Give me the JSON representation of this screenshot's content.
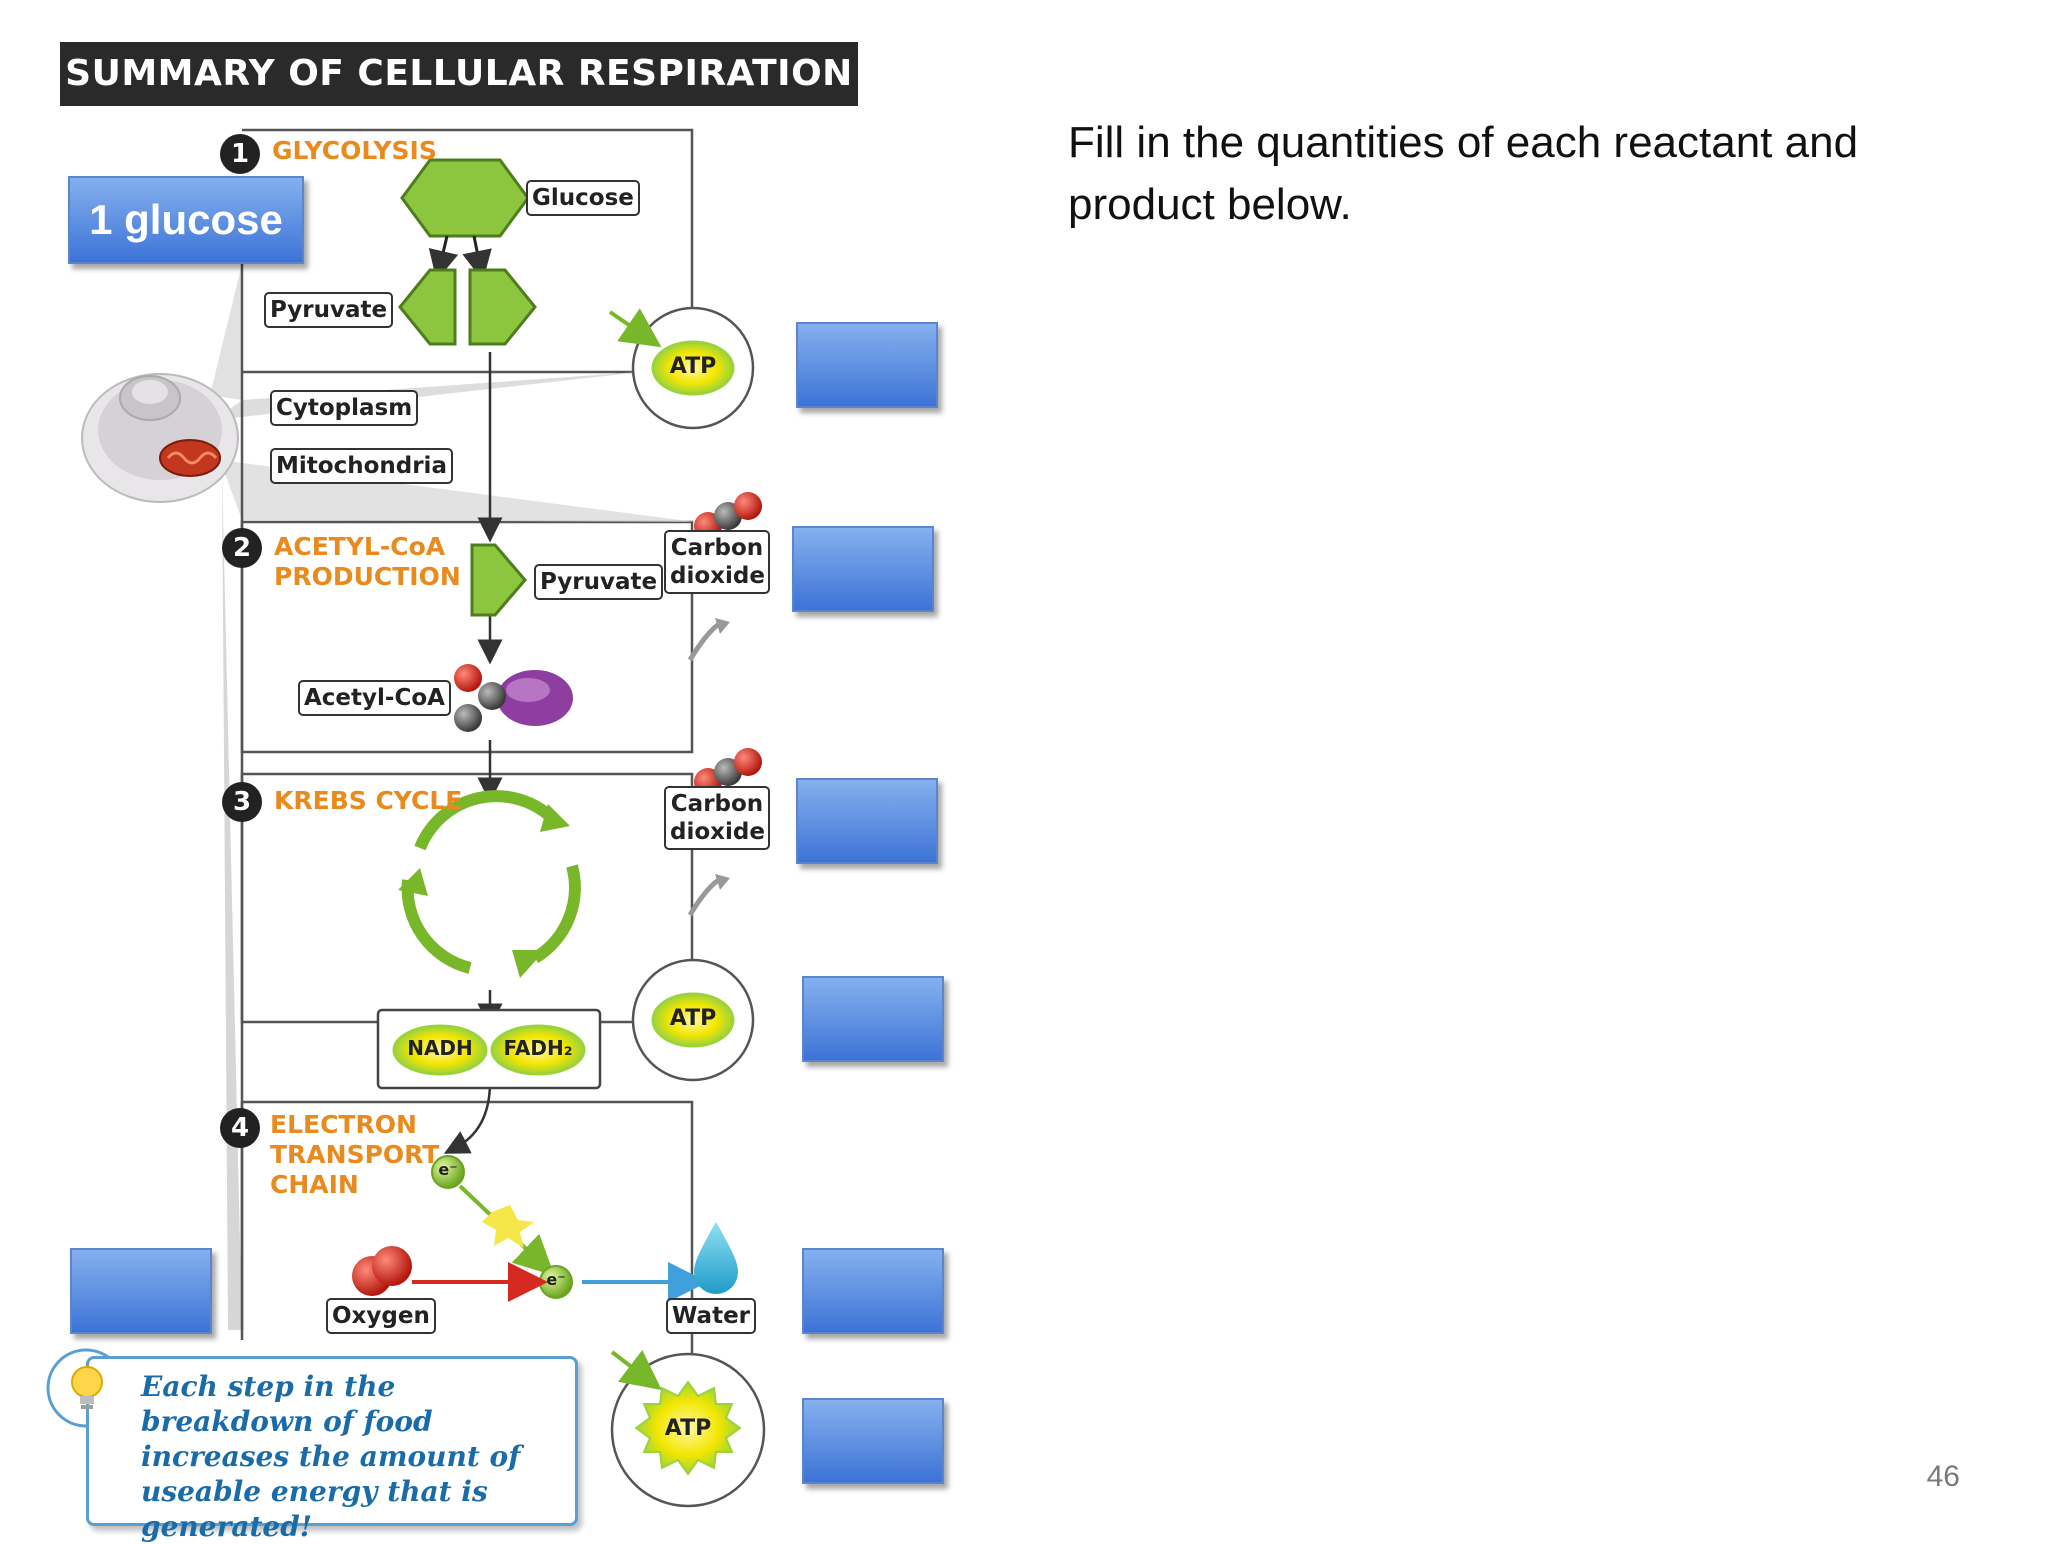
{
  "title": "SUMMARY OF CELLULAR RESPIRATION",
  "instruction": "Fill in the quantities of each reactant and product below.",
  "page_number": "46",
  "glucose_box": "1 glucose",
  "steps": [
    {
      "number": "1",
      "title_lines": [
        "GLYCOLYSIS"
      ]
    },
    {
      "number": "2",
      "title_lines": [
        "ACETYL-CoA",
        "PRODUCTION"
      ]
    },
    {
      "number": "3",
      "title_lines": [
        "KREBS CYCLE"
      ]
    },
    {
      "number": "4",
      "title_lines": [
        "ELECTRON",
        "TRANSPORT",
        "CHAIN"
      ]
    }
  ],
  "labels": {
    "glucose": "Glucose",
    "pyruvate": "Pyruvate",
    "cytoplasm": "Cytoplasm",
    "mitochondria": "Mitochondria",
    "carbon_dioxide_line1": "Carbon",
    "carbon_dioxide_line2": "dioxide",
    "acetyl_coa": "Acetyl-CoA",
    "nadh": "NADH",
    "fadh2": "FADH₂",
    "electron": "e⁻",
    "oxygen": "Oxygen",
    "water": "Water",
    "atp": "ATP"
  },
  "tip": "Each step in the breakdown of food increases the amount of useable energy that is generated!",
  "colors": {
    "step_title": "#e98a1e",
    "answer_box": "#3c73d6",
    "glucose_green": "#8cc63f",
    "atp_yellow": "#f2e600",
    "molecule_red": "#d42a1f",
    "tip_text": "#1a6ca8",
    "water_blue": "#3fb4dc",
    "acetyl_purple": "#8e3e9e"
  }
}
